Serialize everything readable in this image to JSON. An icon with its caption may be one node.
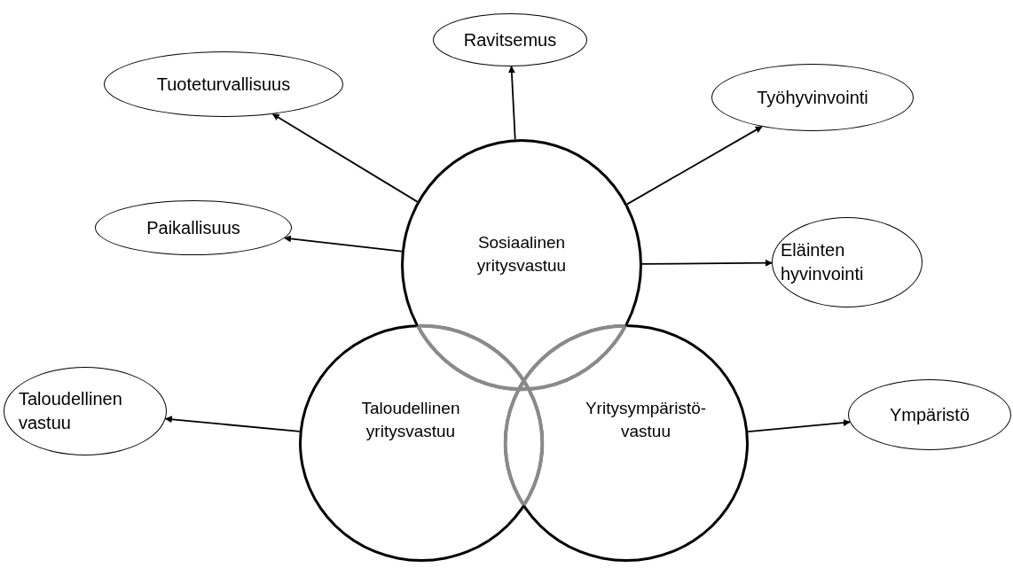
{
  "diagram": {
    "nodes": [
      {
        "text": [
          "Ravitsemus"
        ]
      },
      {
        "text": [
          "Tuoteturvallisuus"
        ]
      },
      {
        "text": [
          "Työhyvinvointi"
        ]
      },
      {
        "text": [
          "Paikallisuus"
        ]
      },
      {
        "text": [
          "Sosiaalinen yritysvastuu"
        ]
      },
      {
        "text": [
          "Eläinten hyvinvointi"
        ]
      },
      {
        "text": [
          "Taloudellinen vastuu"
        ]
      },
      {
        "text": [
          "Taloudellinen yritysvastuu"
        ]
      },
      {
        "text": [
          "Yritysympäristö- vastuu"
        ]
      },
      {
        "text": [
          "Ympäristö"
        ]
      }
    ],
    "edges": [
      {
        "from": 4,
        "to": 0,
        "arrow": "to"
      },
      {
        "from": 4,
        "to": 1,
        "arrow": "to"
      },
      {
        "from": 4,
        "to": 2,
        "arrow": "to"
      },
      {
        "from": 4,
        "to": 3,
        "arrow": "to"
      },
      {
        "from": 4,
        "to": 5,
        "arrow": "to"
      },
      {
        "from": 7,
        "to": 6,
        "arrow": "to"
      },
      {
        "from": 8,
        "to": 9,
        "arrow": "to"
      }
    ]
  }
}
